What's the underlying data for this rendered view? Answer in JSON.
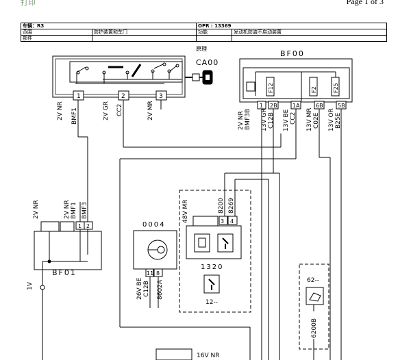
{
  "page": {
    "top_left": "打印",
    "page_number": "Page 1 of 3"
  },
  "header": {
    "vehicle_label": "车辆：R3",
    "opr": "OPR : 13369",
    "scope_label": "范围",
    "scope_value": "防护装置和车门",
    "function_label": "功能",
    "function_value": "发动机防盗不启动装置",
    "part_label": "部件"
  },
  "diagram": {
    "principle": "原理",
    "ca00": "CA00",
    "bf00": "BF00",
    "bf01": "BF01",
    "box0004": "0004",
    "box1320": "1320",
    "box12": "12--",
    "box62": "62--",
    "fuses": [
      "F12",
      "F2",
      "F25"
    ],
    "bf00_pins": [
      "1",
      "2B",
      "1A",
      "6B",
      "5B"
    ],
    "ca00_pins": [
      "1",
      "2",
      "3"
    ],
    "bf01_pins": [
      "1",
      "2"
    ],
    "box0004_pins": [
      "11",
      "8"
    ],
    "box1320_pins": [
      "3",
      "4"
    ],
    "top_wire_1": "2V NR",
    "top_wire_1_code": "BMF1",
    "top_wire_2": "2V GR",
    "top_wire_2_code": "CC2",
    "top_wire_3": "2V MR",
    "bf00_wire_a": "2V NR",
    "bf00_wire_a_code": "BMF3B",
    "bf00_wire_b": "13V GR",
    "bf00_wire_b_code": "C12B",
    "bf00_wire_c": "13V BE",
    "bf00_wire_c_code": "CC2",
    "bf00_wire_d": "13V MR",
    "bf00_wire_d_code": "C02E",
    "bf00_wire_e": "13V OR",
    "bf00_wire_e_code": "B25E",
    "bf01_wire_left": "2V NR",
    "bf01_wire_mid": "2V NR",
    "bf01_wire_mid_code": "BMF1",
    "bf01_wire_right_code": "BMF3",
    "bf01_left_label": "1V",
    "wire_48v": "48V MR",
    "wire_8200": "8200",
    "wire_8269": "8269",
    "wire_26v": "26V BE",
    "wire_26v_code": "C12B",
    "wire_8602a": "8602A",
    "wire_6200b": "6200B",
    "wire_16v": "16V NR"
  }
}
